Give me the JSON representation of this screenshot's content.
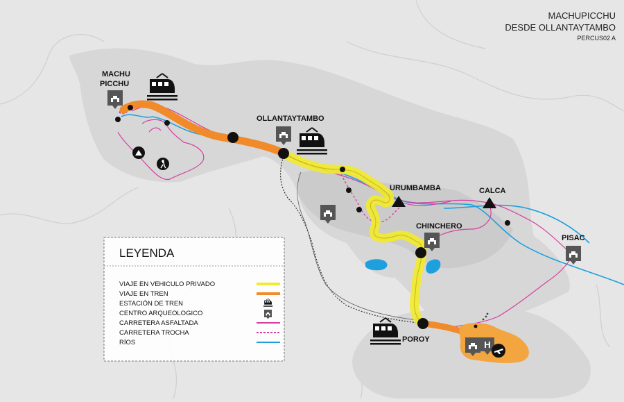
{
  "header": {
    "title_line1": "MACHUPICCHU",
    "title_line2": "DESDE OLLANTAYTAMBO",
    "code": "PERCUS02 A"
  },
  "places": {
    "machu_line1": "MACHU",
    "machu_line2": "PICCHU",
    "ollantaytambo": "OLLANTAYTAMBO",
    "urumbamba": "URUMBAMBA",
    "calca": "CALCA",
    "chinchero": "CHINCHERO",
    "pisac": "PISAC",
    "poroy": "POROY"
  },
  "legend": {
    "title": "LEYENDA",
    "items": [
      {
        "label": "VIAJE EN VEHICULO PRIVADO",
        "color": "#f2ea2c",
        "kind": "line"
      },
      {
        "label": "VIAJE EN TREN",
        "color": "#f18a2a",
        "kind": "line"
      },
      {
        "label": "ESTACIÓN DE TREN",
        "kind": "train-icon"
      },
      {
        "label": "CENTRO ARQUEOLOGICO",
        "kind": "ruins-icon"
      },
      {
        "label": "CARRETERA ASFALTADA",
        "color": "#d63ea0",
        "kind": "line"
      },
      {
        "label": "CARRETERA TROCHA",
        "color": "#d63ea0",
        "kind": "dashed"
      },
      {
        "label": "RÍOS",
        "color": "#1fa0de",
        "kind": "line"
      }
    ]
  },
  "colors": {
    "background": "#e6e6e6",
    "region": "#d7d7d7",
    "private_vehicle": "#f2ea2c",
    "train": "#f18a2a",
    "paved_road": "#d63ea0",
    "river": "#1fa0de",
    "lake": "#1fa0de",
    "city_area": "#f3a53f"
  },
  "icons": [
    "train-icon",
    "ruins-icon",
    "hotel-icon",
    "airport-icon",
    "camping-icon",
    "hiker-icon",
    "mountain-peak-icon"
  ]
}
